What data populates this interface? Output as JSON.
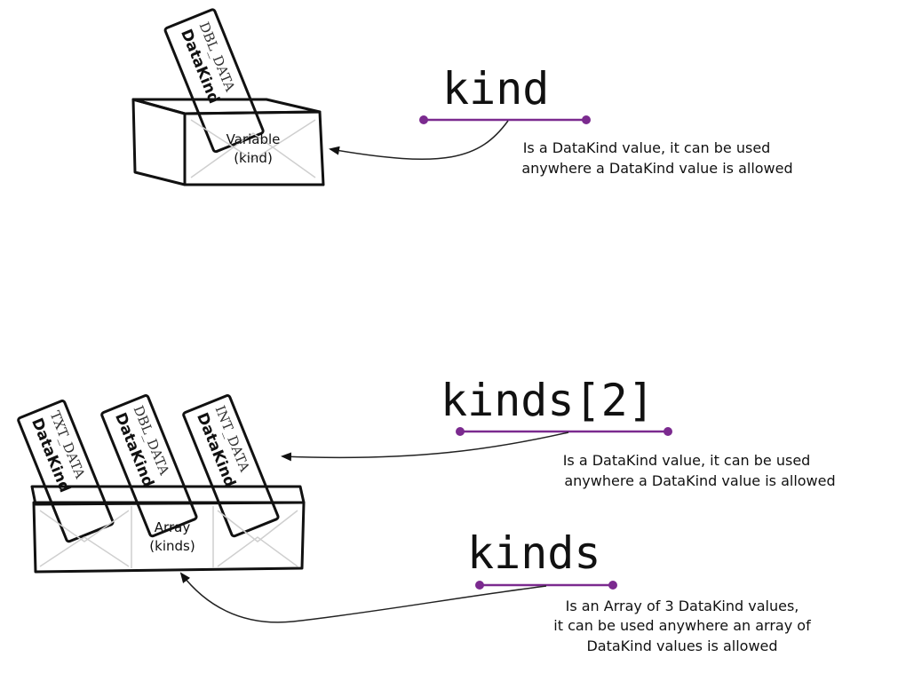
{
  "colors": {
    "accent": "#7b2a8f",
    "ink": "#111111"
  },
  "variable": {
    "code": "kind",
    "card": {
      "top": "DBL_DATA",
      "bottom": "DataKind"
    },
    "box_label_line1": "Variable",
    "box_label_line2": "(kind)",
    "note_line1": "Is a DataKind value, it can be used",
    "note_line2": "anywhere a DataKind value is allowed"
  },
  "array": {
    "box_label_line1": "Array",
    "box_label_line2": "(kinds)",
    "cards": [
      {
        "top": "TXT_DATA",
        "bottom": "DataKind"
      },
      {
        "top": "DBL_DATA",
        "bottom": "DataKind"
      },
      {
        "top": "INT_DATA",
        "bottom": "DataKind"
      }
    ],
    "element": {
      "code": "kinds[2]",
      "note_line1": "Is a DataKind value, it can be used",
      "note_line2": "anywhere a DataKind value is allowed"
    },
    "whole": {
      "code": "kinds",
      "note_line1": "Is an Array of 3 DataKind values,",
      "note_line2": "it can be used anywhere an array of",
      "note_line3": "DataKind values is allowed"
    }
  }
}
